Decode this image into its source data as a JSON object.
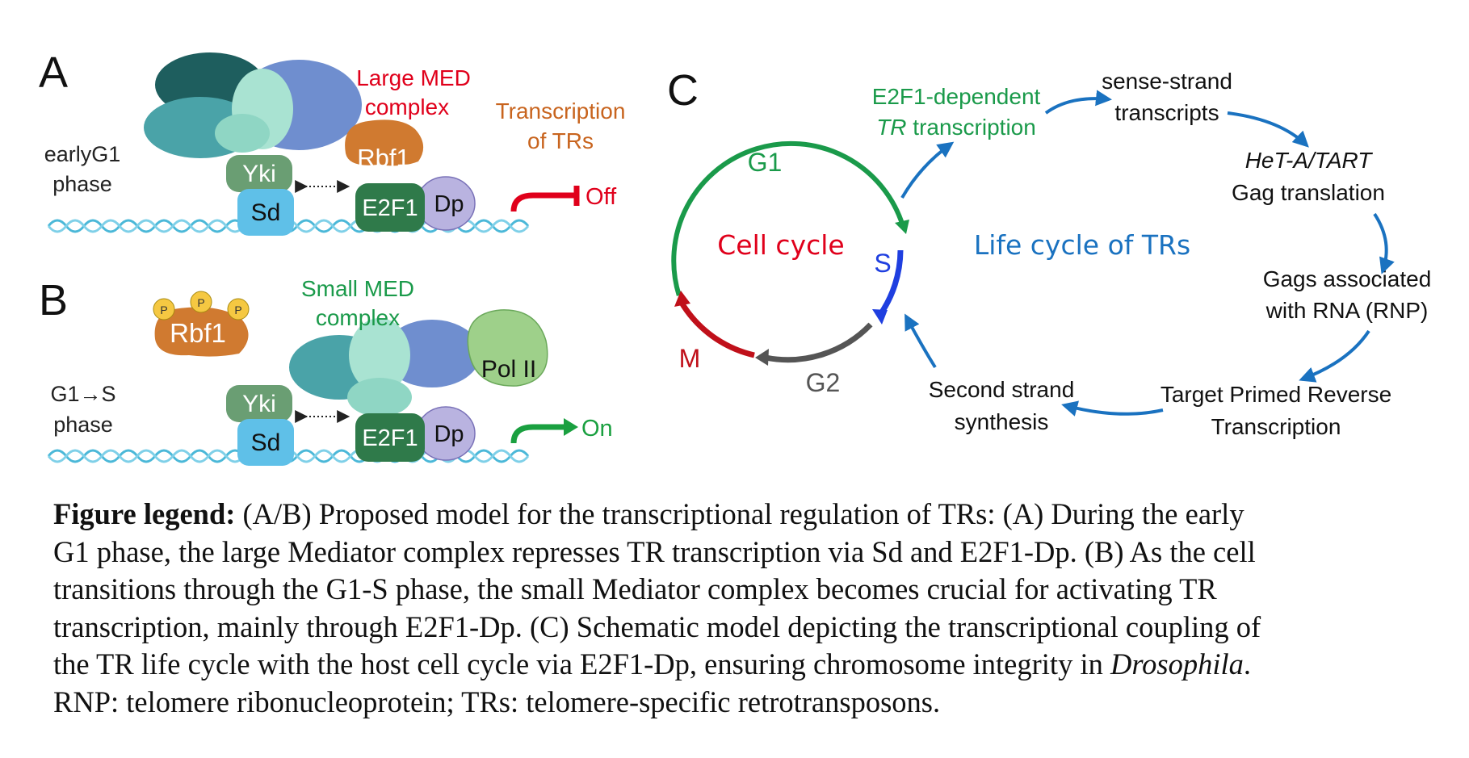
{
  "panel_a": {
    "letter": "A",
    "phase_line1": "earlyG1",
    "phase_line2": "phase",
    "med_label_line1": "Large MED",
    "med_label_line2": "complex",
    "tx_label_line1": "Transcription",
    "tx_label_line2": "of TRs",
    "state": "Off",
    "proteins": {
      "yki": "Yki",
      "sd": "Sd",
      "rbf1": "Rbf1",
      "e2f1": "E2F1",
      "dp": "Dp"
    }
  },
  "panel_b": {
    "letter": "B",
    "phase_line1": "G1→S",
    "phase_line2": "phase",
    "med_label_line1": "Small MED",
    "med_label_line2": "complex",
    "state": "On",
    "phospho": "P",
    "proteins": {
      "rbf1": "Rbf1",
      "pol2": "Pol II",
      "yki": "Yki",
      "sd": "Sd",
      "e2f1": "E2F1",
      "dp": "Dp"
    }
  },
  "panel_c": {
    "letter": "C",
    "cell_cycle_label": "Cell cycle",
    "phases": {
      "g1": "G1",
      "s": "S",
      "g2": "G2",
      "m": "M"
    },
    "life_cycle_label": "Life cycle of TRs",
    "steps": {
      "e2f1_line1": "E2F1-dependent",
      "e2f1_line2_italic": "TR",
      "e2f1_line2_rest": " transcription",
      "sense_line1": "sense-strand",
      "sense_line2": "transcripts",
      "gag_line1": "HeT-A/TART",
      "gag_line2": "Gag translation",
      "rnp_line1": "Gags associated",
      "rnp_line2": "with RNA (RNP)",
      "tprt_line1": "Target Primed Reverse",
      "tprt_line2": "Transcription",
      "second_line1": "Second strand",
      "second_line2": "synthesis"
    }
  },
  "legend": {
    "lines": [
      {
        "bold": "Figure legend:",
        "text": " (A/B) Proposed model for the transcriptional regulation of TRs: (A) During the early"
      },
      {
        "text": "G1 phase, the large Mediator complex represses TR transcription via Sd and E2F1-Dp. (B) As the cell"
      },
      {
        "text": "transitions through the G1-S phase, the small Mediator complex becomes crucial for activating TR"
      },
      {
        "text": "transcription, mainly through E2F1-Dp. (C) Schematic model depicting the transcriptional coupling of"
      },
      {
        "text": "the TR life cycle with the host cell cycle via E2F1-Dp, ensuring chromosome integrity in ",
        "italic": "Drosophila",
        "after": "."
      },
      {
        "text": "RNP: telomere ribonucleoprotein; TRs: telomere-specific retrotransposons."
      }
    ]
  },
  "colors": {
    "med_red": "#e0001b",
    "med_green": "#1a9a4a",
    "tx_orange": "#c8641e",
    "g1_green": "#1a9a4a",
    "s_blue": "#1f3fe0",
    "g2_gray": "#555555",
    "m_red": "#c0101a",
    "arrow_blue": "#1a72c0",
    "dna": "#4bb8d8"
  }
}
